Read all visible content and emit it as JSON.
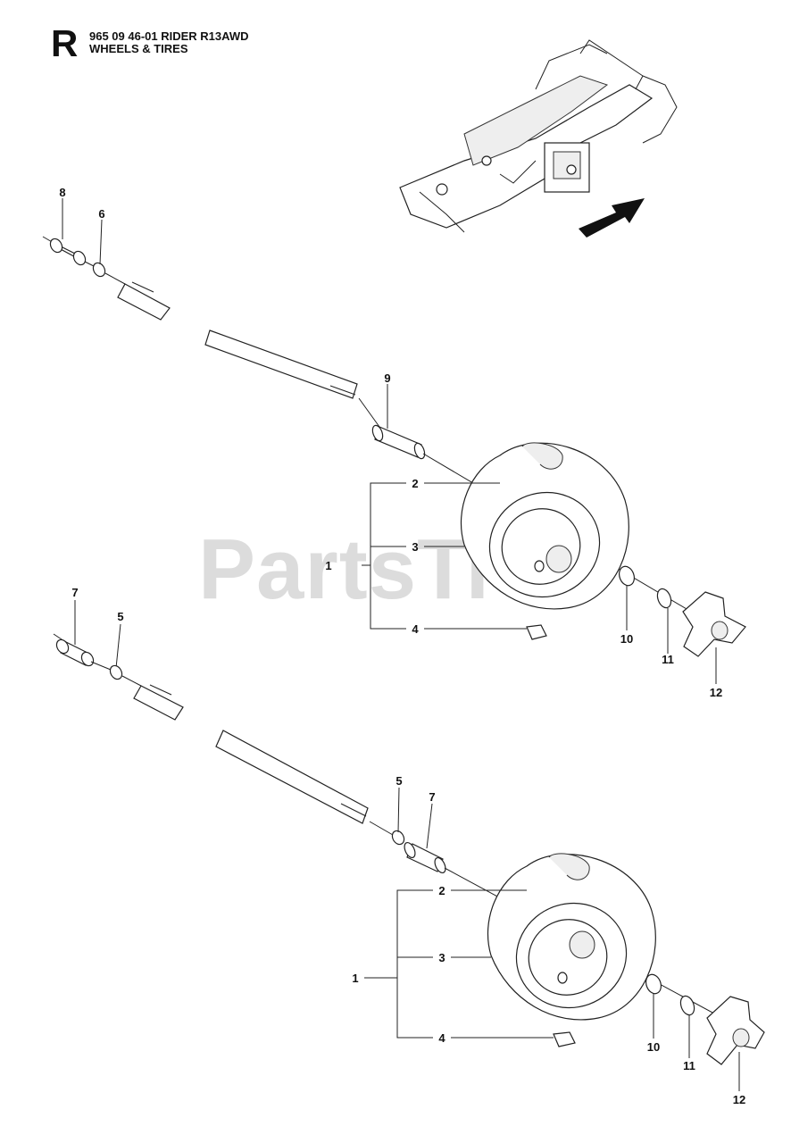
{
  "header": {
    "sheet_letter": "R",
    "model_line": "965 09 46-01 RIDER R13AWD",
    "section_line": "WHEELS & TIRES"
  },
  "watermark": "PartsTree",
  "callouts": {
    "top": [
      "8",
      "6",
      "9",
      "2",
      "3",
      "1",
      "4",
      "7",
      "5",
      "10",
      "11",
      "12"
    ],
    "bottom": [
      "5",
      "7",
      "2",
      "3",
      "1",
      "4",
      "10",
      "11",
      "12"
    ]
  }
}
